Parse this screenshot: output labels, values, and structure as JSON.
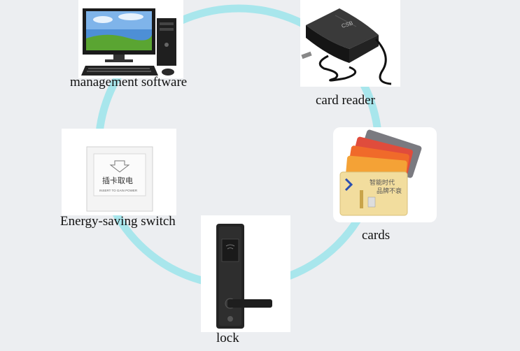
{
  "colors": {
    "background": "#eceef1",
    "ring": "#a8e6ec",
    "panel": "#ffffff"
  },
  "nodes": {
    "software": {
      "label": "management software",
      "icon": "computer-icon"
    },
    "reader": {
      "label": "card reader",
      "icon": "card-reader-icon",
      "device_text": "CSB"
    },
    "cards": {
      "label": "cards",
      "icon": "cards-icon",
      "card_text_line1": "智能时代",
      "card_text_line2": "品牌不衰"
    },
    "switch": {
      "label": "Energy-saving switch",
      "icon": "switch-icon",
      "switch_text": "插卡取电",
      "switch_subtext": "INSERT TO GAIN POWER"
    },
    "lock": {
      "label": "lock",
      "icon": "door-lock-icon"
    }
  }
}
